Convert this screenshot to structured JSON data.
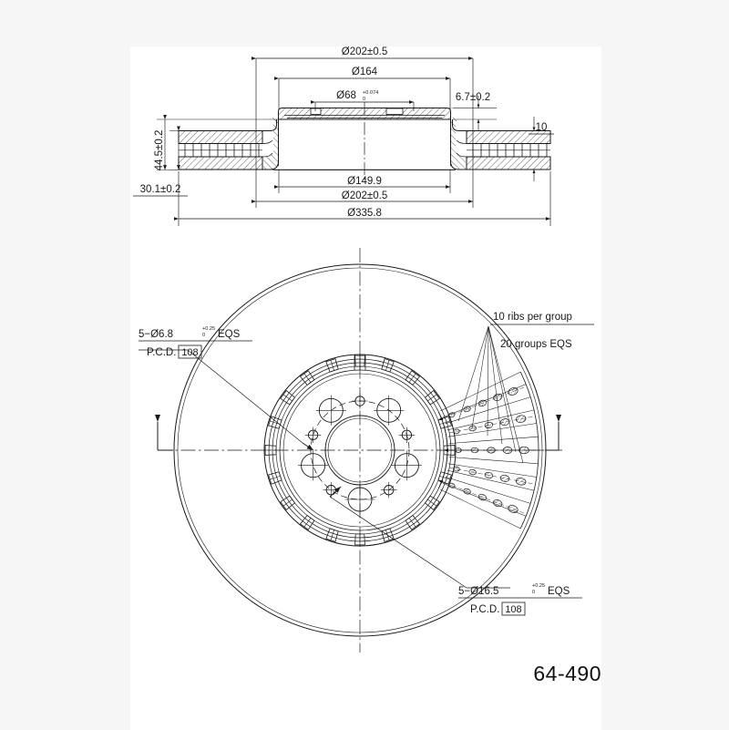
{
  "document": {
    "type": "engineering-drawing",
    "subject": "ventilated brake disc rotor",
    "part_number": "64-490",
    "background_color": "#f6f6f6",
    "sheet_color": "#ffffff",
    "line_color": "#1a1a1a"
  },
  "section_view": {
    "name": "cross-section-view",
    "dimensions": {
      "outer_diameter_top": "Ø202±0.5",
      "hub_flange_diameter": "Ø164",
      "center_bore": {
        "nominal": "Ø68",
        "tol_upper": "+0.074",
        "tol_lower": "0"
      },
      "flange_thickness": "6.7±0.2",
      "disc_thickness": "10",
      "overall_height": "44.5±0.2",
      "hat_depth": "30.1±0.2",
      "inner_friction_diameter": "Ø149.9",
      "hub_outer_diameter": "Ø202±0.5",
      "outer_diameter": "Ø335.8"
    }
  },
  "front_view": {
    "name": "front-face-view",
    "annotations": {
      "small_holes": {
        "line1_prefix": "5−Ø6.8",
        "tol_upper": "+0.25",
        "tol_lower": "0",
        "line1_suffix": "EQS",
        "line2_label": "P.C.D.",
        "line2_value": "108"
      },
      "large_holes": {
        "line1_prefix": "5−Ø16.5",
        "tol_upper": "+0.25",
        "tol_lower": "0",
        "line1_suffix": "EQS",
        "line2_label": "P.C.D.",
        "line2_value": "108"
      },
      "ribs": {
        "line1": "10 ribs per group",
        "line2": "20 groups EQS"
      }
    }
  }
}
